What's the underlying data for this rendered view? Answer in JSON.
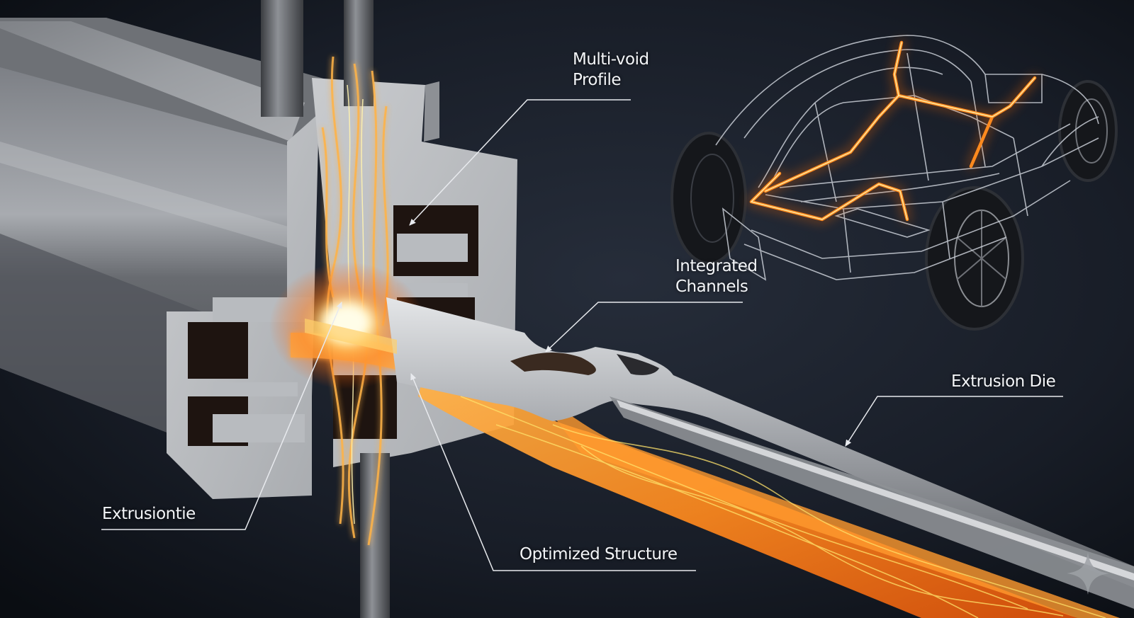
{
  "labels": {
    "multi_void_profile": [
      "Multi-void",
      "Profile"
    ],
    "integrated_channels": [
      "Integrated",
      "Channels"
    ],
    "extrusion_die": "Extrusion Die",
    "extrusion_tie": "Extrusiontie",
    "optimized_structure": "Optimized Structure"
  },
  "colors": {
    "background": "#0e1219",
    "background_light": "#252c38",
    "metal_light": "#d4d6d9",
    "metal_mid": "#a2a5aa",
    "metal_dark": "#5d6066",
    "molten_core": "#fff1a8",
    "molten": "#ff8a1e",
    "molten_deep": "#e0520a",
    "wireframe": "#c9ced6",
    "tire": "#15171b",
    "label_text": "#f3f5f8",
    "leader_line": "#e8eaee"
  },
  "icons": {
    "corner_mark": "sparkle-star-icon"
  }
}
